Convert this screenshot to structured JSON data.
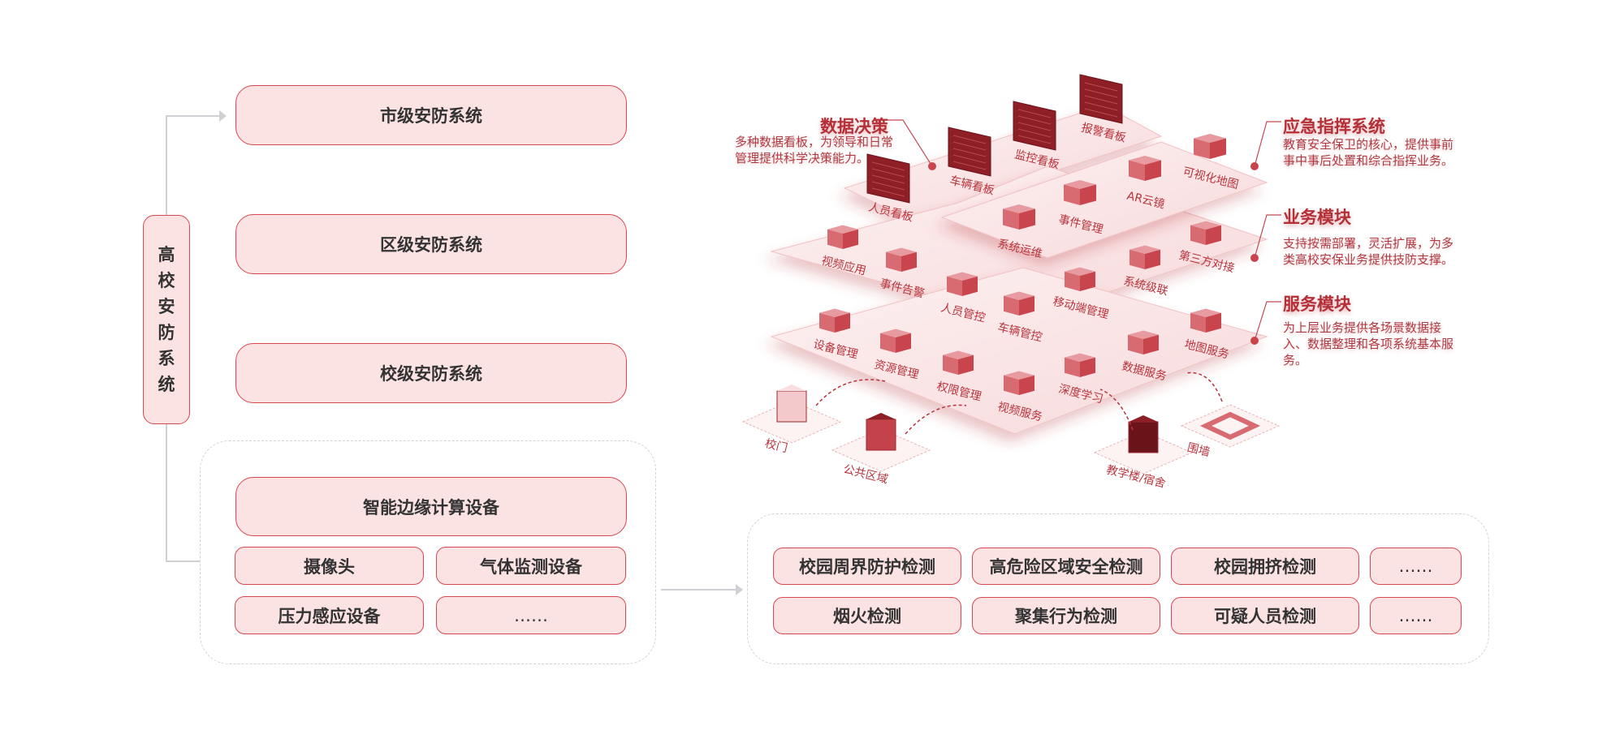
{
  "left_panel": {
    "vertical_label": [
      "高",
      "校",
      "安",
      "防",
      "系",
      "统"
    ],
    "levels": [
      "市级安防系统",
      "区级安防系统",
      "校级安防系统"
    ],
    "edge_group": {
      "main": "智能边缘计算设备",
      "devices": [
        "摄像头",
        "气体监测设备",
        "压力感应设备",
        "……"
      ]
    }
  },
  "detections": {
    "row1": [
      "校园周界防护检测",
      "高危险区域安全检测",
      "校园拥挤检测",
      "……"
    ],
    "row2": [
      "烟火检测",
      "聚集行为检测",
      "可疑人员检测",
      "……"
    ]
  },
  "iso_diagram": {
    "colors": {
      "accent": "#b52f37",
      "plane": "#fbe8e9",
      "cube": "#d85a62",
      "label": "#b8343c"
    },
    "annotations": [
      {
        "title": "数据决策",
        "desc": "多种数据看板，为领导和日常管理提供科学决策能力。"
      },
      {
        "title": "应急指挥系统",
        "desc": "教育安全保卫的核心，提供事前事中事后处置和综合指挥业务。"
      },
      {
        "title": "业务模块",
        "desc": "支持按需部署，灵活扩展，为多类高校安保业务提供技防支撑。"
      },
      {
        "title": "服务模块",
        "desc": "为上层业务提供各场景数据接入、数据整理和各项系统基本服务。"
      }
    ],
    "dashboards": [
      "人员看板",
      "车辆看板",
      "监控看板",
      "报警看板"
    ],
    "emergency_items": [
      "系统运维",
      "事件管理",
      "AR云镜",
      "可视化地图"
    ],
    "business_items": [
      "视频应用",
      "事件告警",
      "人员管控",
      "车辆管控",
      "移动端管理",
      "系统级联",
      "第三方对接"
    ],
    "service_items": [
      "设备管理",
      "资源管理",
      "权限管理",
      "视频服务",
      "深度学习",
      "数据服务",
      "地图服务"
    ],
    "sites": [
      "校门",
      "公共区域",
      "教学楼/宿舍",
      "围墙"
    ]
  }
}
